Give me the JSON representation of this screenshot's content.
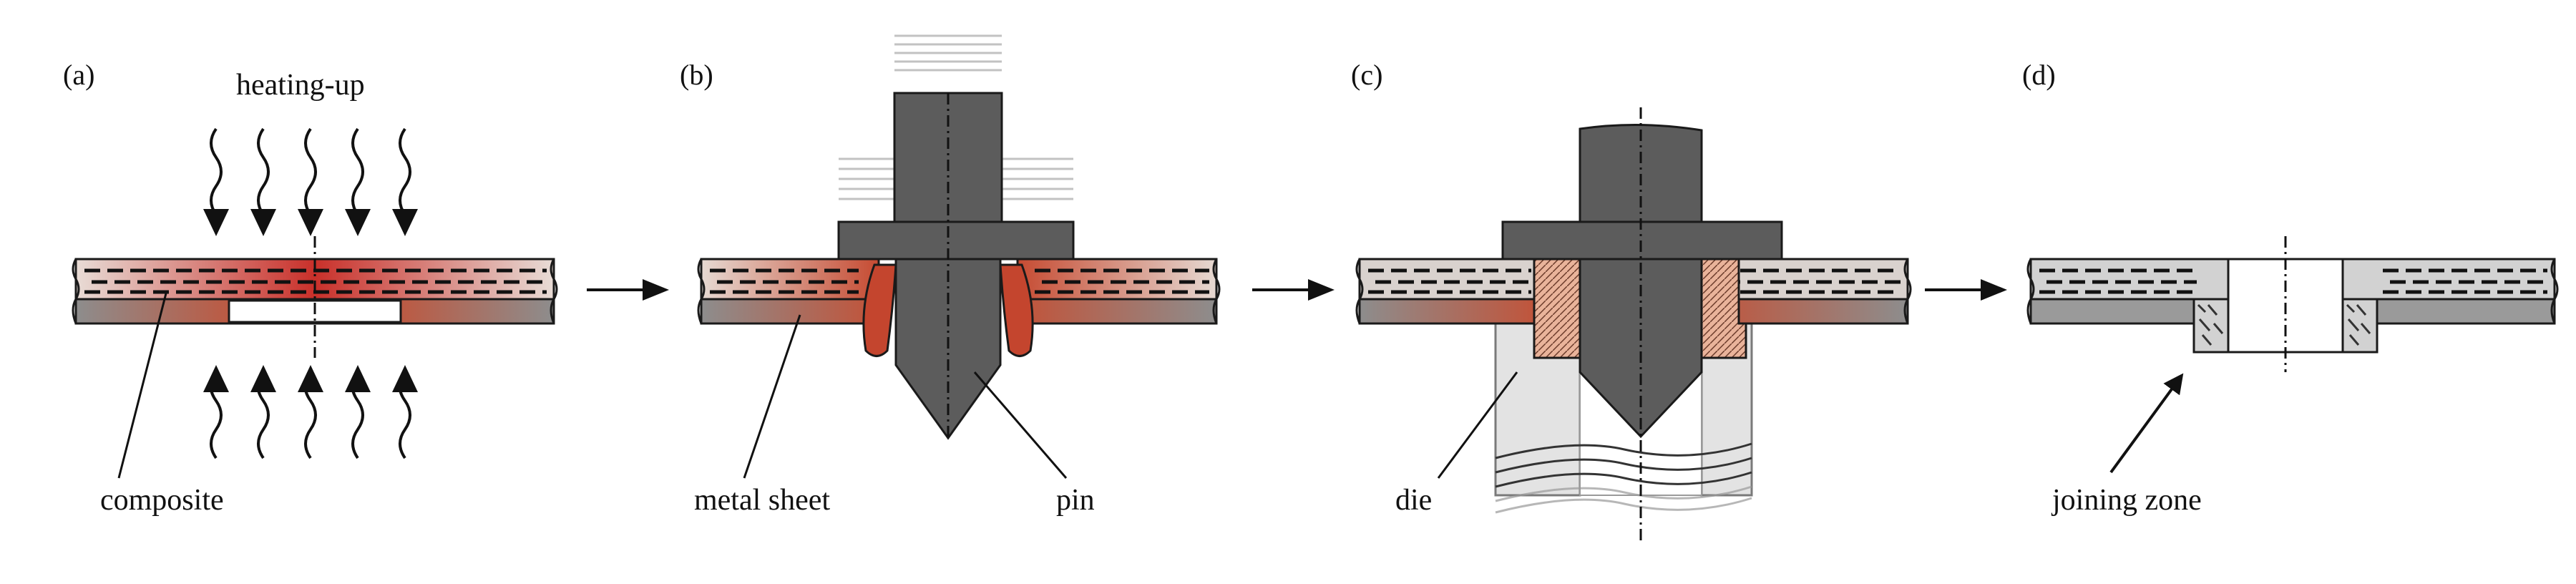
{
  "panels": [
    {
      "tag": "(a)"
    },
    {
      "tag": "(b)"
    },
    {
      "tag": "(c)"
    },
    {
      "tag": "(d)"
    }
  ],
  "labels": {
    "heating": "heating-up",
    "composite": "composite",
    "metal_sheet": "metal sheet",
    "pin": "pin",
    "die": "die",
    "joining_zone": "joining zone"
  },
  "colors": {
    "outline": "#1a1a1a",
    "composite": "#bdbdbd",
    "metal": "#9a9a9a",
    "pin": "#5c5c5c",
    "die": "#e3e3e3",
    "heat": "#b0311c",
    "heat_light": "#e8b29a",
    "flow": "#f2c9b3"
  },
  "icons": [
    "heating-arrow-icon",
    "process-arrow-icon"
  ]
}
